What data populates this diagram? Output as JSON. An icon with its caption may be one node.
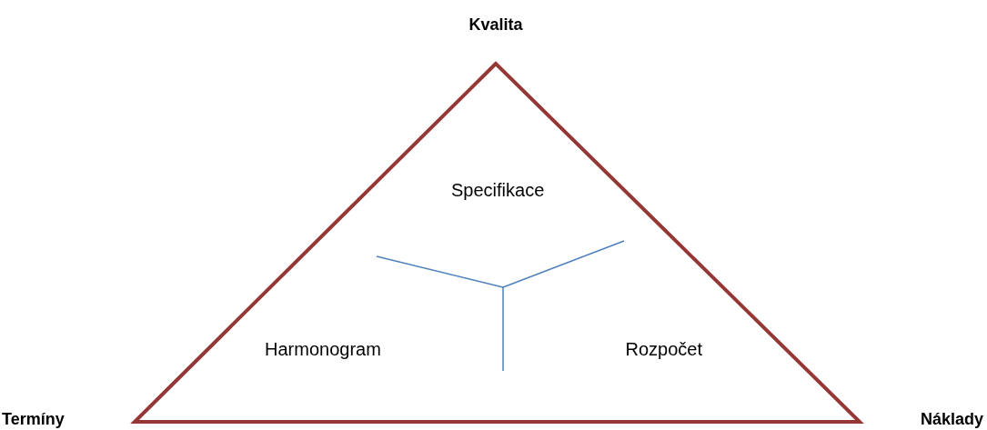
{
  "diagram": {
    "labels": [
      "Kvalita",
      "Specifikace",
      "Harmonogram",
      "Rozpočet",
      "Termíny",
      "Náklady"
    ]
  }
}
